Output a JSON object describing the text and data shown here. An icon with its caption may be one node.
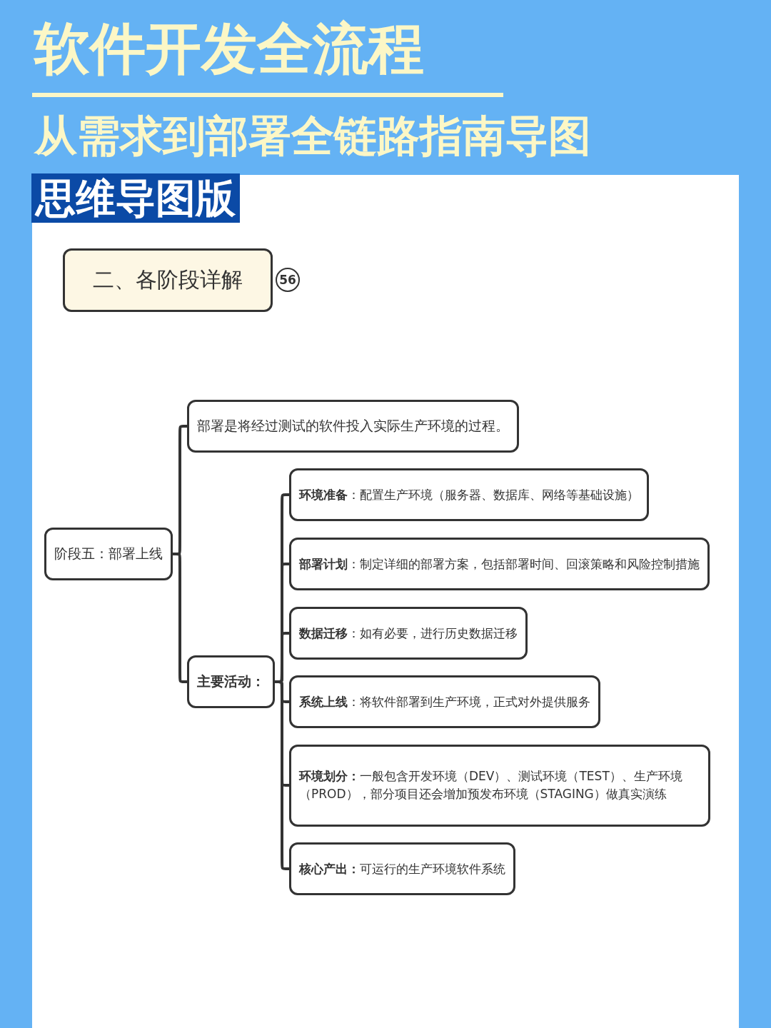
{
  "diagram": {
    "title": "软件开发全流程",
    "nodes": [
      {
        "text": [
          "二、各阶段详解"
        ],
        "beside": [
          "56"
        ]
      },
      {
        "text": [
          "阶段五：部署上线"
        ]
      },
      {
        "text": [
          "部署是将经过测试的软件投入实际生产环境的过程。"
        ]
      },
      {
        "text": [
          "主要活动："
        ]
      },
      {
        "text": [
          "**环境准备**：配置生产环境（服务器、数据库、网络等基础设施）"
        ]
      },
      {
        "text": [
          "**部署计划**：制定详细的部署方案，包括部署时间、回滚策略和风险控制措施"
        ]
      },
      {
        "text": [
          "**数据迁移**：如有必要，进行历史数据迁移"
        ]
      },
      {
        "text": [
          "**系统上线**：将软件部署到生产环境，正式对外提供服务"
        ]
      },
      {
        "text": [
          "**环境划分：**一般包含开发环境（DEV）、测试环境（TEST）、生产环境（PROD），部分项目还会增加预发布环境（STAGING）做真实演练"
        ]
      },
      {
        "text": [
          "**核心产出：**可运行的生产环境软件系统"
        ]
      }
    ],
    "edges": [
      {
        "from": 1,
        "to": 2,
        "arrow": "none"
      },
      {
        "from": 1,
        "to": 3,
        "arrow": "none"
      },
      {
        "from": 3,
        "to": 4,
        "arrow": "none"
      },
      {
        "from": 3,
        "to": 5,
        "arrow": "none"
      },
      {
        "from": 3,
        "to": 6,
        "arrow": "none"
      },
      {
        "from": 3,
        "to": 7,
        "arrow": "none"
      },
      {
        "from": 3,
        "to": 8,
        "arrow": "none"
      },
      {
        "from": 3,
        "to": 9,
        "arrow": "none"
      }
    ],
    "labels": [
      "从需求到部署全链路指南导图",
      "思维导图版"
    ]
  }
}
